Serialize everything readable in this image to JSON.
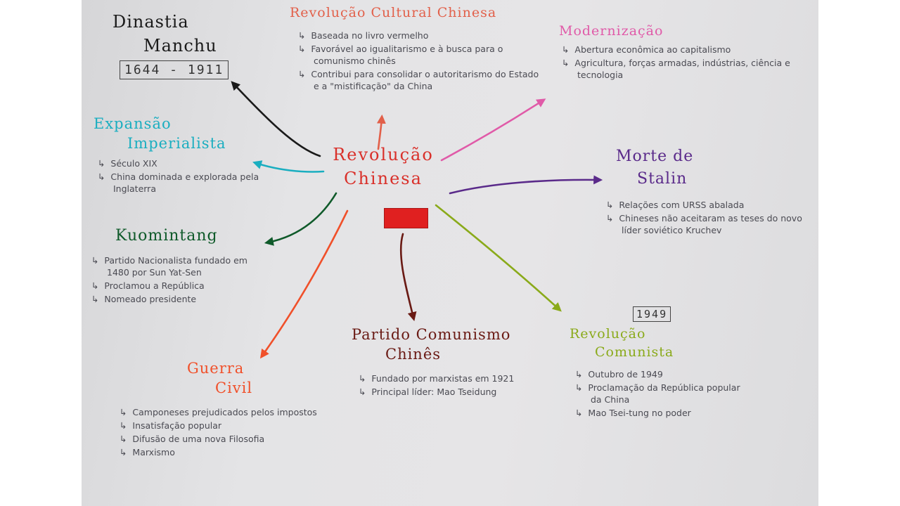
{
  "colors": {
    "paper": "#e3e3e5",
    "center": "#d9302a",
    "manchu": "#1a1a1a",
    "cultural": "#e2604a",
    "modern": "#e05aa8",
    "stalin": "#5a2a8a",
    "expansion": "#1aaec0",
    "kuomintang": "#0f5a2a",
    "civil": "#f0502a",
    "partido": "#6a1a14",
    "comunista": "#8aaa1a"
  },
  "center": {
    "title_line1": "Revolução",
    "title_line2": "Chinesa",
    "flag_icon": "china-flag-icon"
  },
  "dinastia": {
    "title_line1": "Dinastia",
    "title_line2": "Manchu",
    "years": "1644 - 1911"
  },
  "cultural": {
    "title": "Revolução Cultural Chinesa",
    "bullets": [
      "Baseada no livro vermelho",
      "Favorável ao igualitarismo e à busca para o comunismo chinês",
      "Contribui para consolidar o autoritarismo do Estado e a \"mistificação\" da China"
    ]
  },
  "modernizacao": {
    "title": "Modernização",
    "bullets": [
      "Abertura econômica ao capitalismo",
      "Agricultura, forças armadas, indústrias, ciência e tecnologia"
    ]
  },
  "expansao": {
    "title_line1": "Expansão",
    "title_line2": "Imperialista",
    "bullets": [
      "Século XIX",
      "China dominada e explorada pela Inglaterra"
    ]
  },
  "stalin": {
    "title_line1": "Morte de",
    "title_line2": "Stalin",
    "bullets": [
      "Relações com URSS abalada",
      "Chineses não aceitaram as teses do novo líder soviético Kruchev"
    ]
  },
  "kuomintang": {
    "title": "Kuomintang",
    "bullets": [
      "Partido Nacionalista fundado em 1480 por Sun Yat-Sen",
      "Proclamou a República",
      "Nomeado presidente"
    ]
  },
  "guerra": {
    "title_line1": "Guerra",
    "title_line2": "Civil",
    "bullets": [
      "Camponeses prejudicados pelos impostos",
      "Insatisfação popular",
      "Difusão de uma nova Filosofia",
      "Marxismo"
    ]
  },
  "partido": {
    "title_line1": "Partido Comunismo",
    "title_line2": "Chinês",
    "bullets": [
      "Fundado por marxistas em 1921",
      "Principal líder: Mao Tseidung"
    ]
  },
  "comunista": {
    "year": "1949",
    "title_line1": "Revolução",
    "title_line2": "Comunista",
    "bullets": [
      "Outubro de 1949",
      "Proclamação da República popular da China",
      "Mao Tsei-tung no poder"
    ]
  }
}
